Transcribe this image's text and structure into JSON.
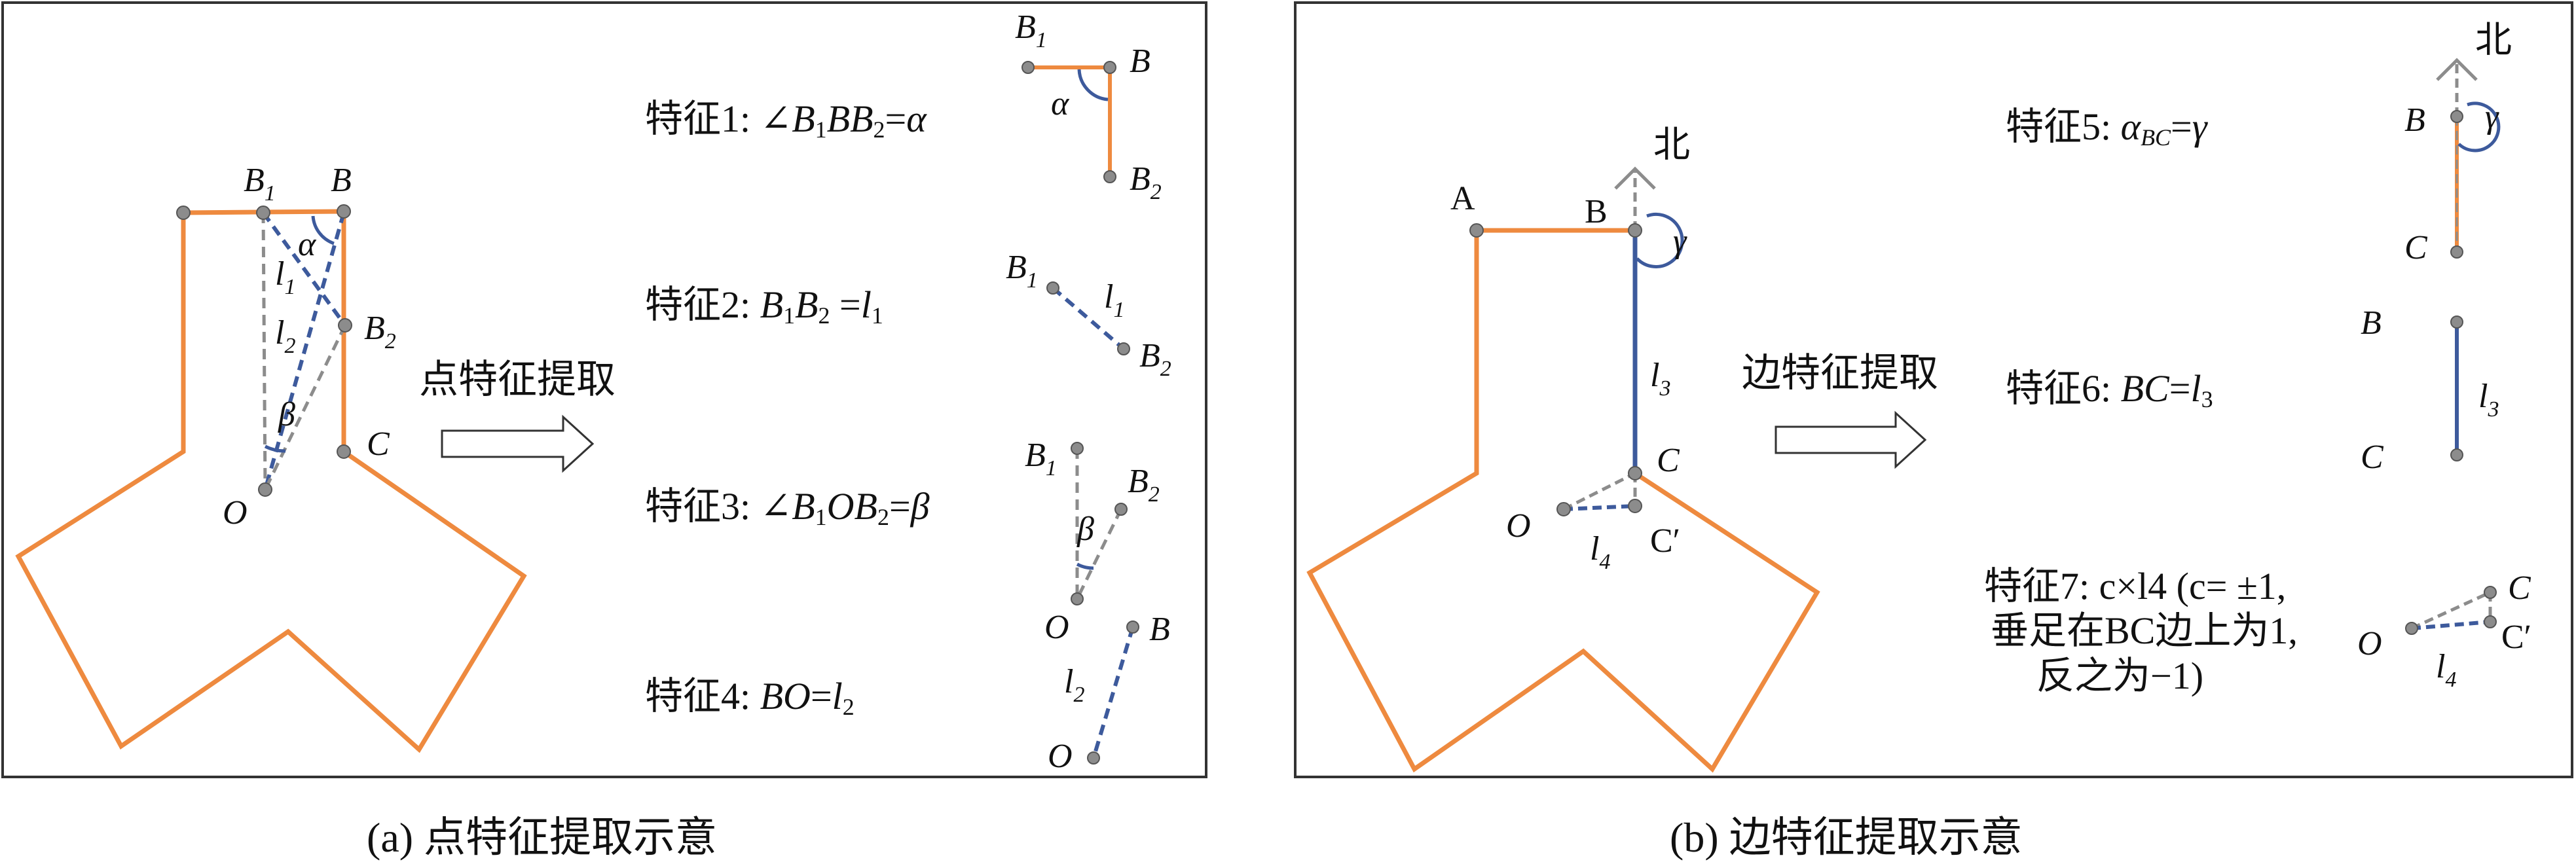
{
  "captions": {
    "a": "(a) 点特征提取示意",
    "b": "(b) 边特征提取示意"
  },
  "arrows": {
    "a": "点特征提取",
    "b": "边特征提取"
  },
  "north": "北",
  "features": {
    "f1": {
      "prefix": "特征1: ∠",
      "body": "B1BB2=α"
    },
    "f2": {
      "prefix": "特征2: ",
      "body": "B1B2 =l1"
    },
    "f3": {
      "prefix": "特征3: ∠",
      "body": "B1OB2=β"
    },
    "f4": {
      "prefix": "特征4: ",
      "body": "BO=l2"
    },
    "f5": {
      "prefix": "特征5: ",
      "body": "αBC=γ"
    },
    "f6": {
      "prefix": "特征6: ",
      "body": "BC=l3"
    },
    "f7": {
      "line1": "特征7: c×l4 (c= ±1,",
      "line2": "垂足在BC边上为1,",
      "line3": "反之为−1)"
    }
  },
  "points": {
    "A": "A",
    "B": "B",
    "B1": "B",
    "B2": "B",
    "C": "C",
    "Cp": "C′",
    "O": "O"
  },
  "symbols": {
    "alpha": "α",
    "beta": "β",
    "gamma": "γ",
    "l": "l"
  },
  "subs": {
    "one": "1",
    "two": "2",
    "three": "3",
    "four": "4",
    "BC": "BC"
  },
  "colors": {
    "outline": "#EE8A3F",
    "edge": "#3D5A9C",
    "dashed_grey": "#8C8C8C",
    "point": "#8C8C8C"
  }
}
